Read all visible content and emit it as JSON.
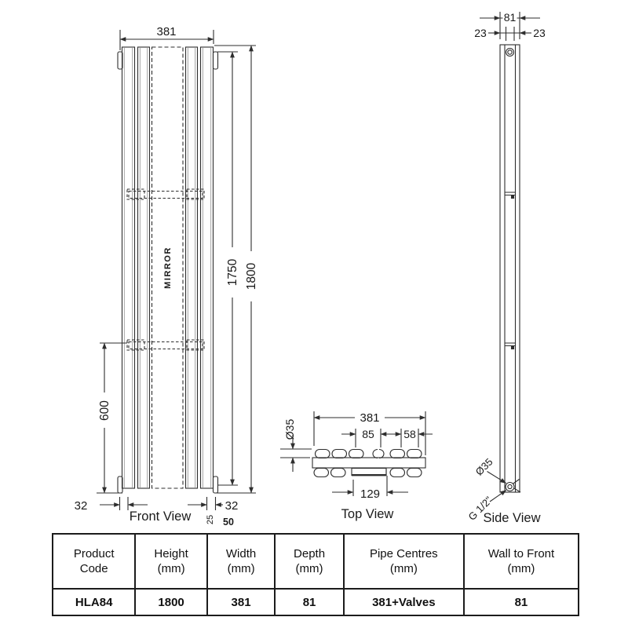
{
  "front_view": {
    "label": "Front View",
    "dim_width": "381",
    "dim_height_overall": "1800",
    "dim_height_inner": "1750",
    "dim_lower": "600",
    "dim_side_left": "32",
    "dim_side_right": "32",
    "dim_tab": "25",
    "dim_gap": "50",
    "mirror_label": "MIRROR"
  },
  "top_view": {
    "label": "Top View",
    "dim_width": "381",
    "dim_pipe_a": "85",
    "dim_pipe_b": "58",
    "dim_mirror": "129",
    "dim_tube": "Ø35"
  },
  "side_view": {
    "label": "Side View",
    "dim_depth": "81",
    "dim_offset_left": "23",
    "dim_offset_right": "23",
    "dim_valve": "Ø35",
    "dim_thread": "G 1/2\""
  },
  "table": {
    "headers": [
      [
        "Product",
        "Code"
      ],
      [
        "Height",
        "(mm)"
      ],
      [
        "Width",
        "(mm)"
      ],
      [
        "Depth",
        "(mm)"
      ],
      [
        "Pipe Centres",
        "(mm)"
      ],
      [
        "Wall to Front",
        "(mm)"
      ]
    ],
    "rows": [
      [
        "HLA84",
        "1800",
        "381",
        "81",
        "381+Valves",
        "81"
      ]
    ]
  },
  "colors": {
    "line": "#2e2e2e",
    "text": "#1a1a1a",
    "table_border": "#1c1c1c",
    "bg": "#ffffff"
  }
}
